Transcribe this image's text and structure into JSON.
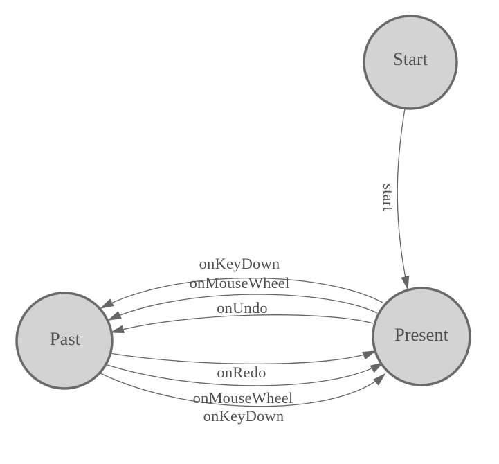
{
  "diagram": {
    "kind": "state-machine",
    "nodes": [
      {
        "id": "start",
        "label": "Start"
      },
      {
        "id": "past",
        "label": "Past"
      },
      {
        "id": "present",
        "label": "Present"
      }
    ],
    "edges": [
      {
        "from": "Start",
        "to": "Present",
        "label": "start"
      },
      {
        "from": "Present",
        "to": "Past",
        "label": "onKeyDown"
      },
      {
        "from": "Present",
        "to": "Past",
        "label": "onMouseWheel"
      },
      {
        "from": "Present",
        "to": "Past",
        "label": "onUndo"
      },
      {
        "from": "Past",
        "to": "Present",
        "label": "onRedo"
      },
      {
        "from": "Past",
        "to": "Present",
        "label": "onMouseWheel"
      },
      {
        "from": "Past",
        "to": "Present",
        "label": "onKeyDown"
      }
    ],
    "colors": {
      "node_fill": "#d3d3d3",
      "node_stroke": "#6a6a6a",
      "edge_stroke": "#666666",
      "label_text": "#4f4f4f",
      "background": "#ffffff"
    }
  }
}
